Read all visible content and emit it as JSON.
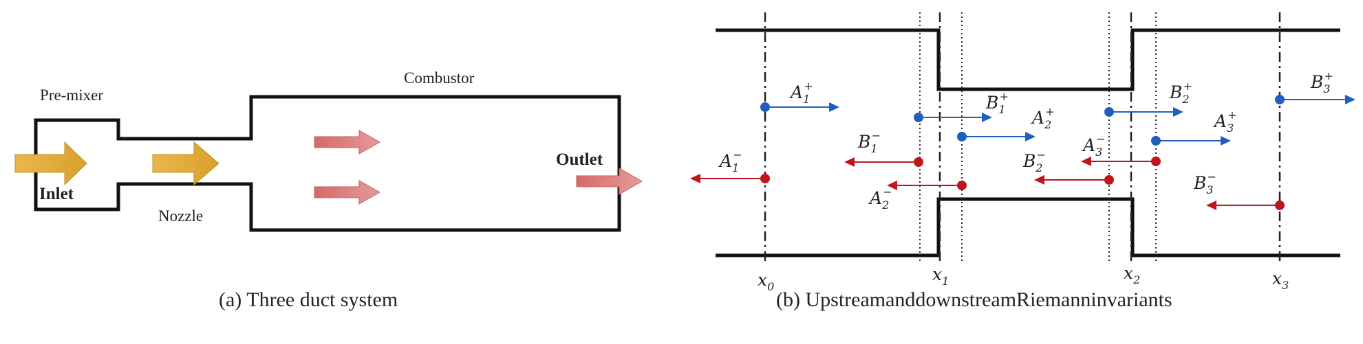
{
  "panel_a": {
    "caption": "(a) Three duct system",
    "labels": {
      "premixer": "Pre-mixer",
      "combustor": "Combustor",
      "inlet": "Inlet",
      "nozzle": "Nozzle",
      "outlet": "Outlet"
    },
    "colors": {
      "duct": "#111111",
      "inlet_arrow": "#e3ad3a",
      "flow_arrow": "#d77a7a"
    }
  },
  "panel_b": {
    "caption": "(b) UpstreamanddownstreamRiemanninvariants",
    "stations": [
      "x",
      "x",
      "x",
      "x"
    ],
    "station_subs": [
      "0",
      "1",
      "2",
      "3"
    ],
    "invariants": {
      "A1p": {
        "base": "A",
        "sub": "1",
        "sup": "+"
      },
      "A1m": {
        "base": "A",
        "sub": "1",
        "sup": "−"
      },
      "B1p": {
        "base": "B",
        "sub": "1",
        "sup": "+"
      },
      "B1m": {
        "base": "B",
        "sub": "1",
        "sup": "−"
      },
      "A2p": {
        "base": "A",
        "sub": "2",
        "sup": "+"
      },
      "A2m": {
        "base": "A",
        "sub": "2",
        "sup": "−"
      },
      "B2p": {
        "base": "B",
        "sub": "2",
        "sup": "+"
      },
      "B2m": {
        "base": "B",
        "sub": "2",
        "sup": "−"
      },
      "A3p": {
        "base": "A",
        "sub": "3",
        "sup": "+"
      },
      "A3m": {
        "base": "A",
        "sub": "3",
        "sup": "−"
      },
      "B3p": {
        "base": "B",
        "sub": "3",
        "sup": "+"
      },
      "B3m": {
        "base": "B",
        "sub": "3",
        "sup": "−"
      }
    },
    "colors": {
      "downstream": "#1f5fbf",
      "upstream": "#c0161b",
      "wall": "#111111"
    }
  }
}
